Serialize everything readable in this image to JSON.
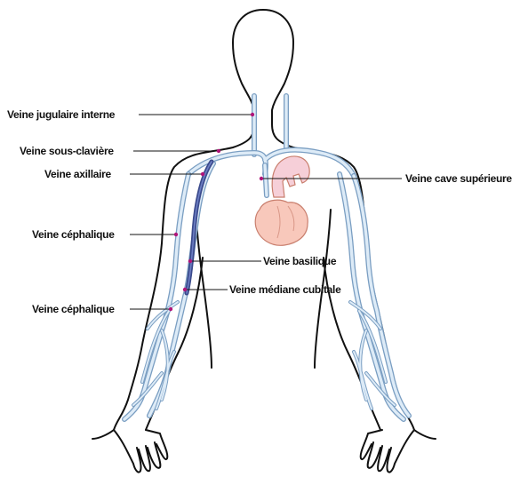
{
  "labels": {
    "jugular_interne": "Veine jugulaire interne",
    "sous_claviere": "Veine sous-clavière",
    "axillaire": "Veine axillaire",
    "cephalique_upper": "Veine céphalique",
    "cephalique_lower": "Veine céphalique",
    "cave_superieure": "Veine cave supérieure",
    "basilique": "Veine basilique",
    "mediane_cubitale": "Veine médiane cubitale"
  },
  "colors": {
    "vein_stroke": "#7a9ec2",
    "vein_fill": "#ddebf7",
    "catheter": "#3b4a8c",
    "heart_fill": "#f8c8bb",
    "heart_stroke": "#c97f6e",
    "aorta_fill": "#f6cfd8",
    "marker_dot": "#b0157a",
    "outline": "#111111"
  }
}
